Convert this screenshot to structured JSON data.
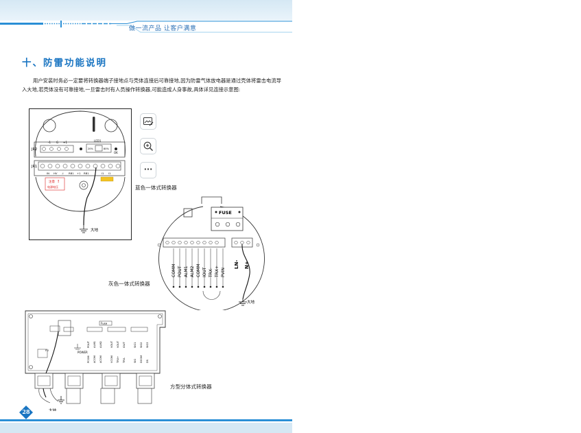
{
  "header": {
    "slogan": "做一流产品 让客户满意"
  },
  "section": {
    "title": "十、防雷功能说明",
    "paragraph": "用户安装时务必一定要将转换器端子接地点与壳体连接后可靠接地,因为防雷气体放电器是通过壳体将雷击电流导入大地,若壳体没有可靠接地,一旦雷击时有人员操作转换器,可能造成人身事故,具体详见连接示意图:"
  },
  "toolbar": {
    "items": [
      {
        "name": "edit-image-icon"
      },
      {
        "name": "zoom-in-icon"
      },
      {
        "name": "more-icon",
        "label": "···"
      }
    ]
  },
  "diagram_blue": {
    "caption": "蓝色一体式转换器",
    "row1_label": "JR2",
    "row1_terms": [
      "-1",
      "G",
      "+1"
    ],
    "switch_label": "LED1",
    "switch_left": "20%",
    "switch_right": "80%",
    "ok_label": "OK",
    "row2_label": "JR1",
    "row2_terms": [
      "IN",
      "HV",
      "-I",
      "RB1",
      "+1",
      "RB1",
      "I1",
      "I1"
    ],
    "warning_1": "注意",
    "warning_2": "电源电压",
    "ground_label": "大地"
  },
  "diagram_gray": {
    "caption": "灰色一体式转换器",
    "fuse_label": "FUSE",
    "term_labels": [
      "COMM",
      "POUT",
      "ALM1",
      "ALM2",
      "COMM",
      "IOUT",
      "TRX-",
      "TRX+",
      "PVIN"
    ],
    "power_labels": [
      "LN-",
      "N+"
    ],
    "ground_label": "大地"
  },
  "diagram_square": {
    "caption": "方型分体式转换器",
    "ground_label": "大地",
    "fuse_label": "Fuse",
    "power_label": "POWER",
    "term_labels": [
      "POUT",
      "ALM1",
      "ALM2",
      "VOUT",
      "VOUT",
      "IOUT",
      "SIG1",
      "SIG2",
      "SIG3"
    ],
    "term_labels_b": [
      "PCOM",
      "ACOM",
      "ACOM",
      "VCOM",
      "TRX+",
      "TRX-",
      "SIG",
      "DCOM",
      "DS"
    ],
    "small_label": "FU"
  },
  "footer": {
    "page_number": "28"
  },
  "colors": {
    "accent": "#1a75c2",
    "band": "#2a8fd6",
    "band_light": "#9fd0ef"
  }
}
